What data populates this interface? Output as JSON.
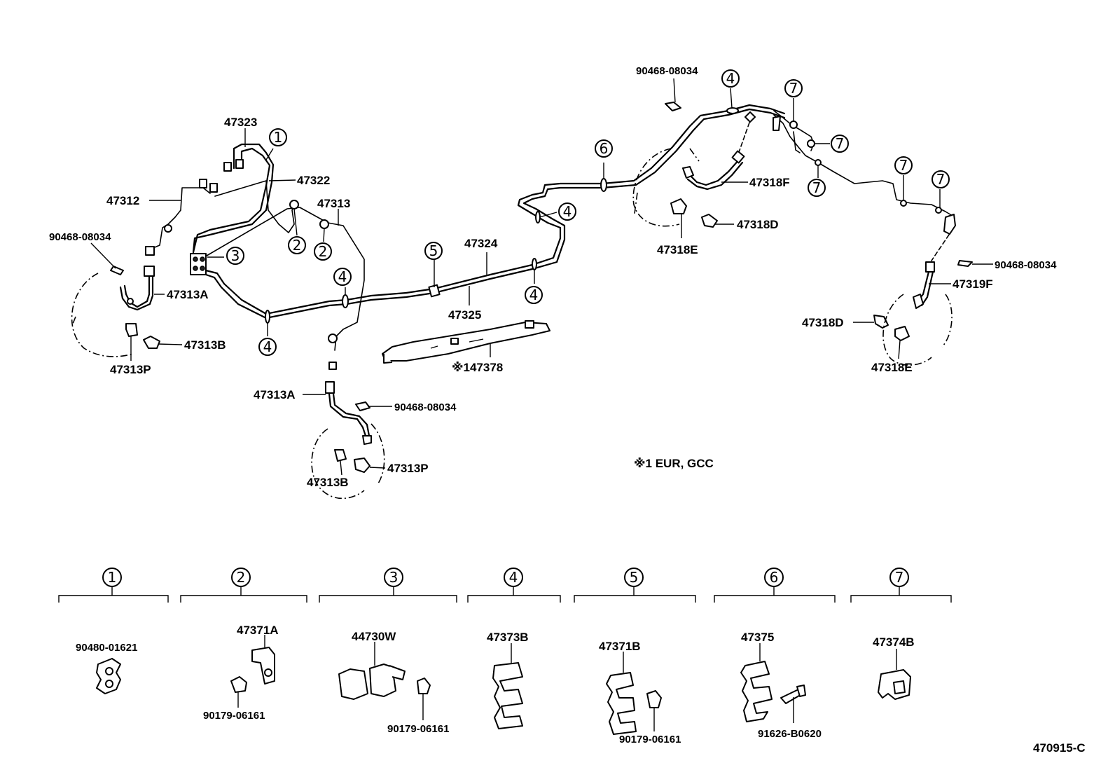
{
  "diagram_id": "470915-C",
  "note": "※1 EUR, GCC",
  "callouts": {
    "c47323": "47323",
    "c47322": "47322",
    "c47312": "47312",
    "c47313": "47313",
    "c90468_left": "90468-08034",
    "c47313A_left": "47313A",
    "c47313B_left": "47313B",
    "c47313P_left": "47313P",
    "c47324": "47324",
    "c47325": "47325",
    "c147378": "※147378",
    "c47313A_mid": "47313A",
    "c90468_mid": "90468-08034",
    "c47313P_mid": "47313P",
    "c47313B_mid": "47313B",
    "c90468_top": "90468-08034",
    "c47318F": "47318F",
    "c47318D_top": "47318D",
    "c47318E_top": "47318E",
    "c90468_right": "90468-08034",
    "c47319F": "47319F",
    "c47318D_right": "47318D",
    "c47318E_right": "47318E"
  },
  "circle_numbers": [
    "1",
    "2",
    "3",
    "4",
    "5",
    "6",
    "7"
  ],
  "clamp_groups": [
    {
      "num": "1",
      "parts": [
        "90480-01621"
      ]
    },
    {
      "num": "2",
      "parts": [
        "47371A",
        "90179-06161"
      ]
    },
    {
      "num": "3",
      "parts": [
        "44730W",
        "90179-06161"
      ]
    },
    {
      "num": "4",
      "parts": [
        "47373B"
      ]
    },
    {
      "num": "5",
      "parts": [
        "47371B",
        "90179-06161"
      ]
    },
    {
      "num": "6",
      "parts": [
        "47375",
        "91626-B0620"
      ]
    },
    {
      "num": "7",
      "parts": [
        "47374B"
      ]
    }
  ]
}
